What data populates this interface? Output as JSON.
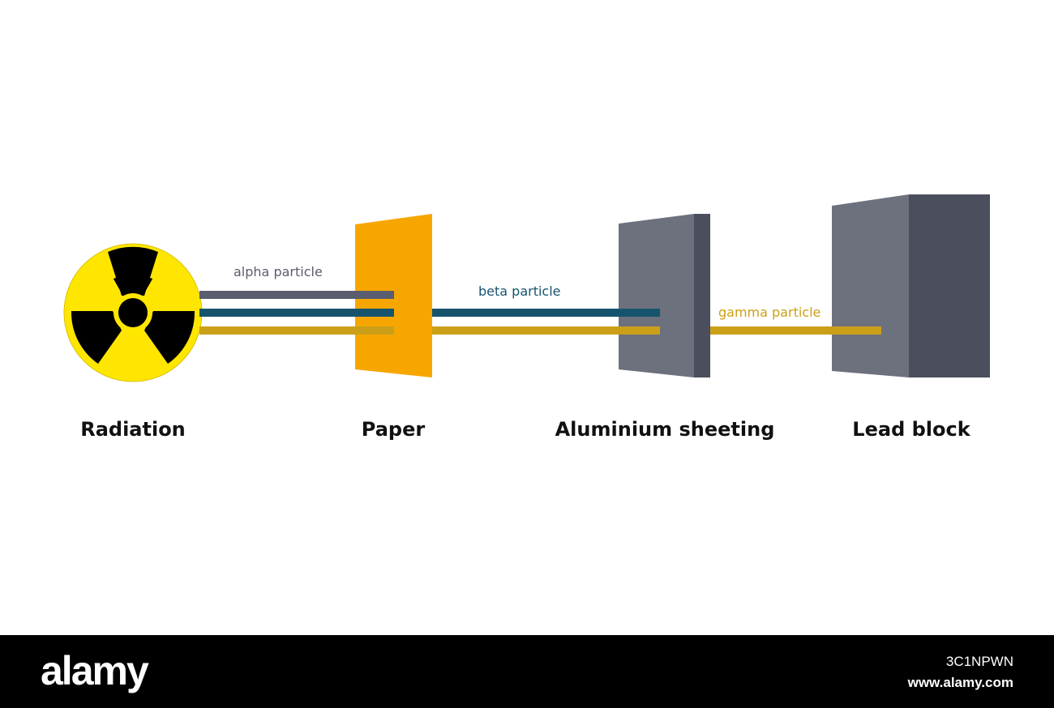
{
  "diagram": {
    "labels": {
      "radiation": "Radiation",
      "paper": "Paper",
      "aluminium": "Aluminium sheeting",
      "lead": "Lead block"
    },
    "particles": {
      "alpha": "alpha particle",
      "beta": "beta particle",
      "gamma": "gamma particle"
    },
    "icons": {
      "source": "radiation-hazard-icon"
    },
    "colors": {
      "alpha": "#5a5d6e",
      "beta": "#16546e",
      "gamma": "#cba018",
      "symbol_yellow": "#ffe600",
      "paper": "#f7a600",
      "aluminium_front": "#6d717e",
      "aluminium_side": "#4b4f5d",
      "lead_front": "#6d717e",
      "lead_side": "#4b4f5d"
    }
  },
  "watermark": {
    "logo": "alamy",
    "image_id": "3C1NPWN",
    "url": "www.alamy.com"
  }
}
